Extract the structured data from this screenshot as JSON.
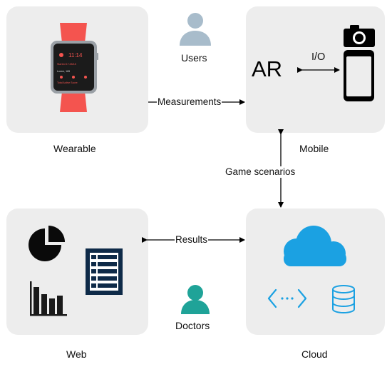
{
  "nodes": {
    "wearable": "Wearable",
    "mobile": "Mobile",
    "web": "Web",
    "cloud": "Cloud",
    "users": "Users",
    "doctors": "Doctors"
  },
  "mobile_content": {
    "ar": "AR",
    "io": "I/O"
  },
  "edges": {
    "measurements": "Measurements",
    "game_scenarios": "Game scenarios",
    "results": "Results"
  },
  "watch_screen": {
    "time": "11:14",
    "line1": "Started 17:45/18",
    "line2": "Lorem, 165",
    "line3": "Total  Active  Score"
  },
  "colors": {
    "panel": "#ededed",
    "watch_band": "#f4544f",
    "user_icon": "#a8bccb",
    "doctor_icon": "#1fa398",
    "cloud": "#1ba1e2",
    "navy": "#0e2a48"
  },
  "icons": [
    "user-icon",
    "doctor-icon",
    "smartwatch-icon",
    "camera-icon",
    "phone-icon",
    "pie-chart-icon",
    "bar-chart-icon",
    "list-icon",
    "cloud-icon",
    "code-icon",
    "database-icon"
  ]
}
